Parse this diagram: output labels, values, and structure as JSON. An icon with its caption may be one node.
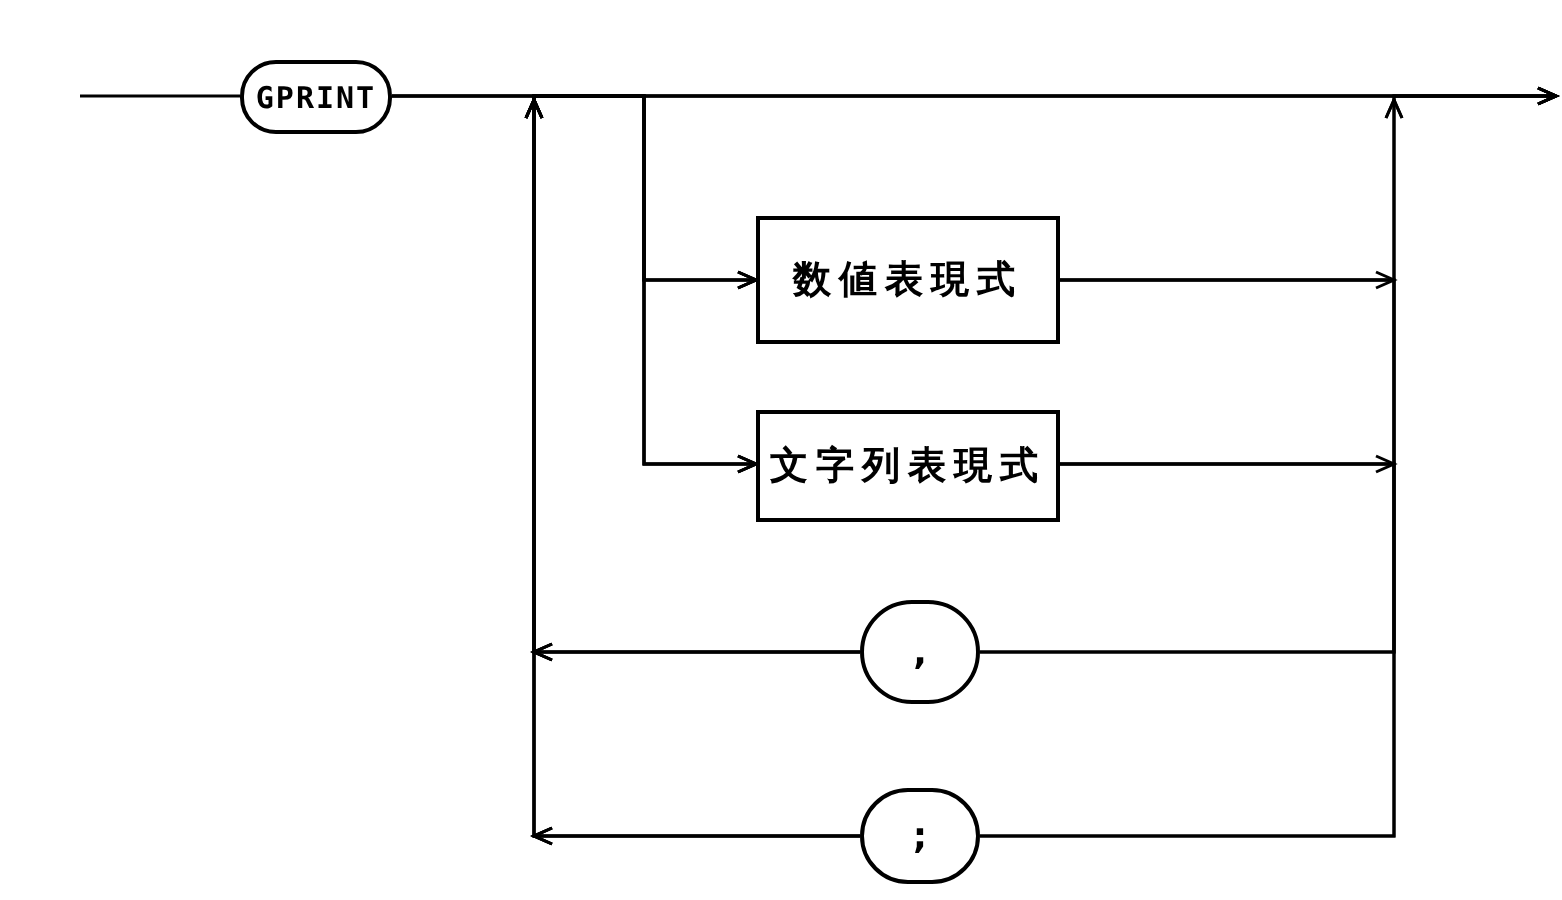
{
  "diagram": {
    "nodes": [
      {
        "text": [
          "GPRINT"
        ]
      },
      {
        "text": [
          "数値表現式"
        ]
      },
      {
        "text": [
          "文字列表現式"
        ]
      },
      {
        "text": [
          ","
        ]
      },
      {
        "text": [
          ";"
        ]
      }
    ],
    "edges": [
      {
        "from": null,
        "to": 0,
        "arrow": "none"
      },
      {
        "from": 0,
        "to": null,
        "arrow": "to"
      },
      {
        "from": 0,
        "to": 1,
        "arrow": "to"
      },
      {
        "from": 0,
        "to": 2,
        "arrow": "to"
      },
      {
        "from": 1,
        "to": null,
        "arrow": "to"
      },
      {
        "from": 2,
        "to": null,
        "arrow": "to"
      },
      {
        "from": 1,
        "to": 3,
        "arrow": "none"
      },
      {
        "from": 1,
        "to": 4,
        "arrow": "none"
      },
      {
        "from": 2,
        "to": 3,
        "arrow": "none"
      },
      {
        "from": 2,
        "to": 4,
        "arrow": "none"
      },
      {
        "from": 3,
        "to": 1,
        "arrow": "to"
      },
      {
        "from": 3,
        "to": 2,
        "arrow": "to"
      },
      {
        "from": 3,
        "to": null,
        "arrow": "to"
      },
      {
        "from": 4,
        "to": 1,
        "arrow": "to"
      },
      {
        "from": 4,
        "to": 2,
        "arrow": "to"
      },
      {
        "from": 4,
        "to": null,
        "arrow": "to"
      }
    ]
  }
}
